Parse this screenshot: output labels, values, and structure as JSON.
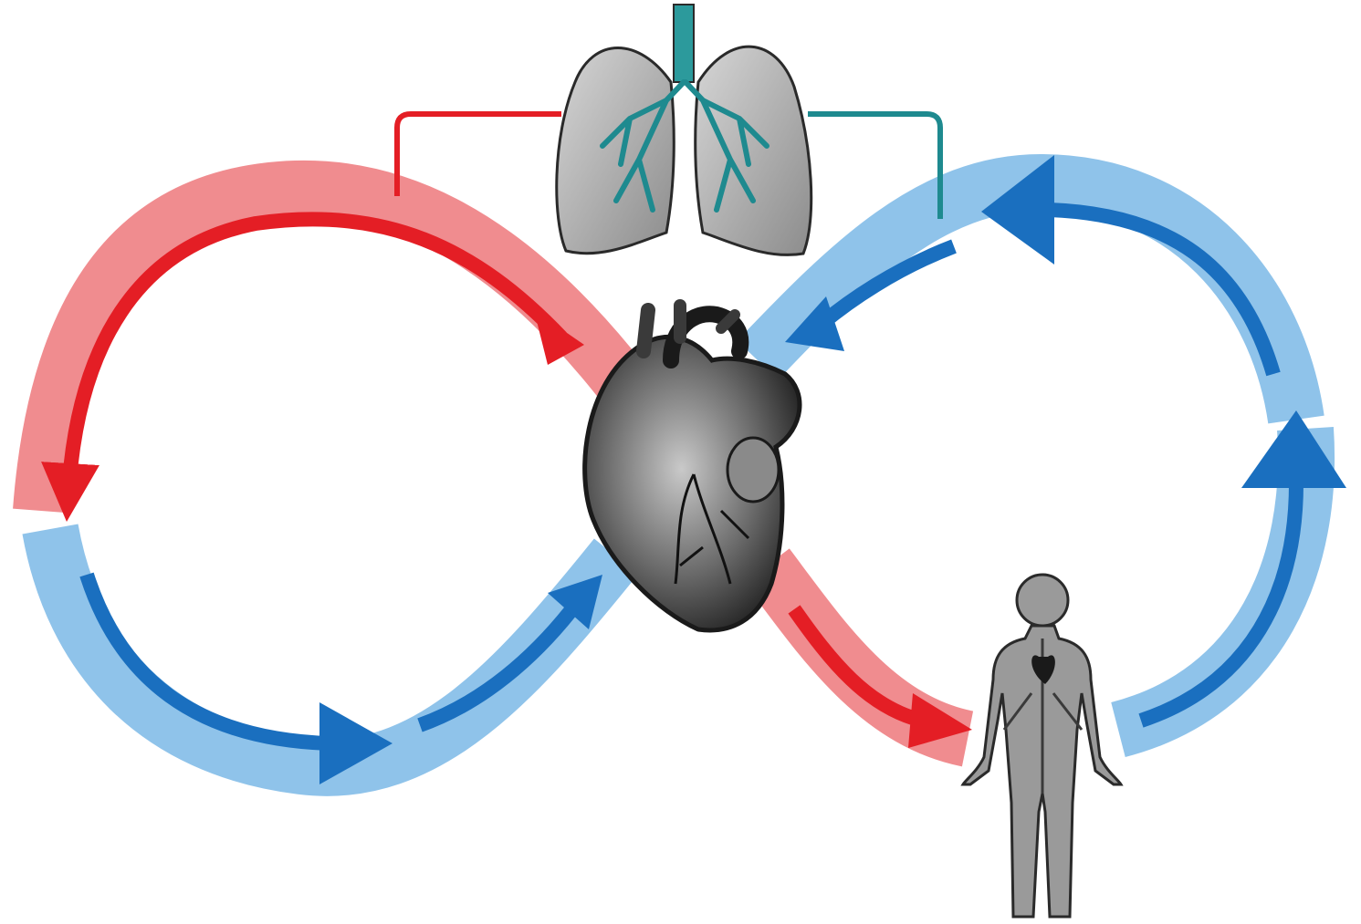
{
  "diagram": {
    "kind": "blood circulation figure-eight",
    "organs": [
      {
        "id": "lungs",
        "icon": "lungs-icon"
      },
      {
        "id": "heart",
        "icon": "heart-icon"
      },
      {
        "id": "body",
        "icon": "human-body-icon"
      }
    ],
    "loops": [
      {
        "id": "left-loop",
        "segments": [
          "oxygenated",
          "deoxygenated"
        ]
      },
      {
        "id": "right-loop",
        "segments": [
          "oxygenated",
          "deoxygenated"
        ]
      }
    ],
    "colors": {
      "oxygenated_light": "#f08c8f",
      "oxygenated_dark": "#e41e25",
      "deoxygenated_light": "#8fc3ea",
      "deoxygenated_dark": "#1a6fbf",
      "teal": "#1e8a8f",
      "organ_gray": "#9a9a9a",
      "outline": "#2a2a2a"
    }
  }
}
